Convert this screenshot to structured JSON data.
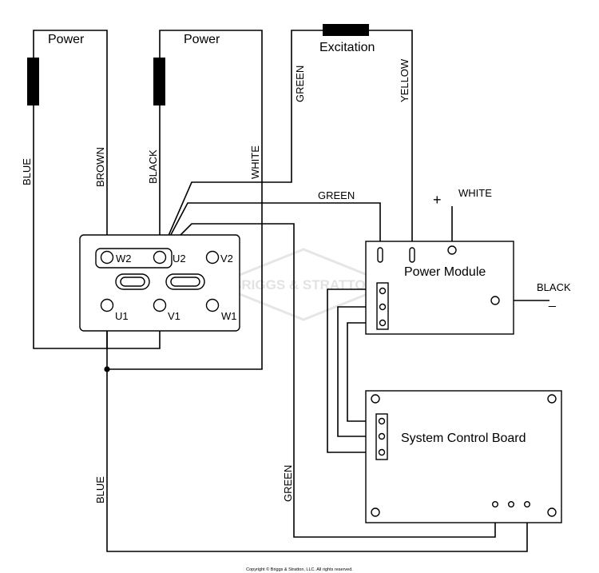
{
  "labels": {
    "power_left": "Power",
    "power_right": "Power",
    "excitation": "Excitation",
    "green_top": "GREEN",
    "yellow": "YELLOW",
    "blue_left": "BLUE",
    "brown": "BROWN",
    "black_wire": "BLACK",
    "white_wire": "WHITE",
    "green_mid": "GREEN",
    "plus": "+",
    "white_pm": "WHITE",
    "black_pm": "BLACK",
    "minus": "_",
    "green_lower": "GREEN",
    "blue_lower": "BLUE"
  },
  "terminal_block": {
    "w2": "W2",
    "u2": "U2",
    "v2": "V2",
    "u1": "U1",
    "v1": "V1",
    "w1": "W1"
  },
  "power_module": {
    "title": "Power Module"
  },
  "control_board": {
    "title": "System Control Board"
  },
  "watermark": "BRIGGS & STRATTON",
  "copyright": "Copyright © Briggs & Stratton, LLC. All rights reserved."
}
